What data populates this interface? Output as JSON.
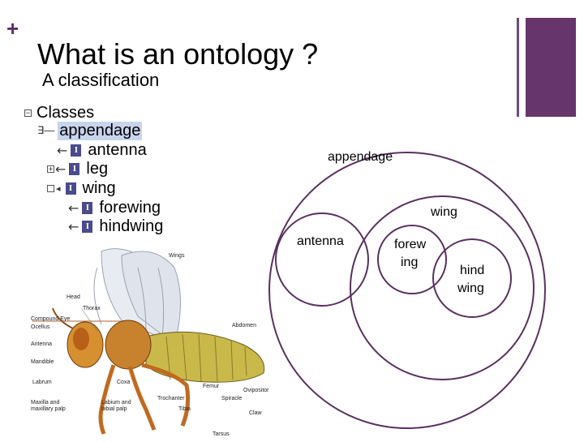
{
  "slide": {
    "plus_symbol": "+",
    "title": "What is an ontology ?",
    "subtitle": "A classification"
  },
  "tree": {
    "root_label": "Classes",
    "root_toggle": "⊟",
    "selected_label": "appendage",
    "children": [
      {
        "label": "antenna",
        "arrow": "←",
        "badge": "I"
      },
      {
        "label": "leg",
        "arrow": "←",
        "badge": "I",
        "toggle": "⊞"
      },
      {
        "label": "wing",
        "arrow": "◂",
        "badge": "I",
        "toggle": "□"
      },
      {
        "label": "forewing",
        "arrow": "←",
        "badge": "I"
      },
      {
        "label": "hindwing",
        "arrow": "←",
        "badge": "I"
      }
    ]
  },
  "insect_labels": [
    "Wings",
    "Head",
    "Thorax",
    "Compound Eye",
    "Ocellus",
    "Antenna",
    "Mandible",
    "Labrum",
    "Maxilla and maxillary palp",
    "Coxa",
    "Trochanter",
    "Femur",
    "Labium and labial palp",
    "Tibia",
    "Tarsus",
    "Claw",
    "Abdomen",
    "Ovipositor",
    "Spiracle"
  ],
  "venn": {
    "outer": "appendage",
    "wing": "wing",
    "antenna": "antenna",
    "forewing_line1": "forew",
    "forewing_line2": "ing",
    "hindwing_line1": "hind",
    "hindwing_line2": "wing"
  },
  "colors": {
    "accent": "#65356c",
    "accent_thin": "#6a4a8c",
    "circle_stroke": "#5a3060",
    "badge": "#4a4a8c",
    "selection": "#c8d4ec"
  }
}
